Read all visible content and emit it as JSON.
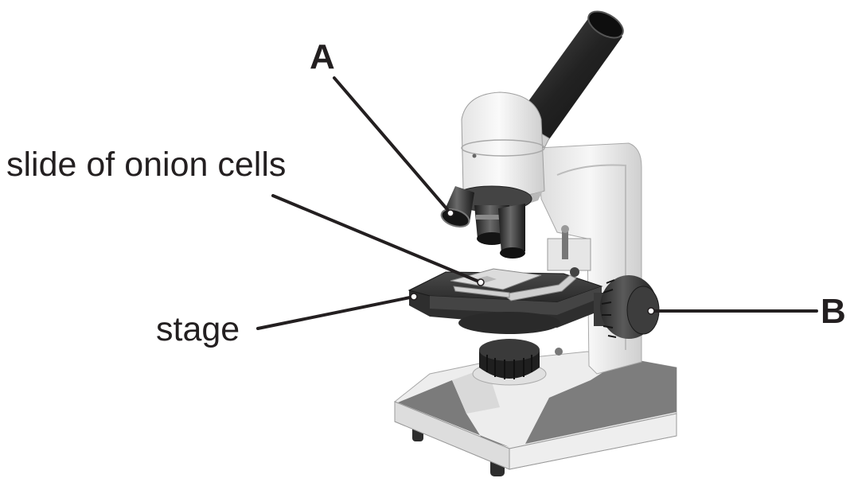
{
  "figure": {
    "subject": "student monocular light microscope",
    "labels": {
      "a": "A",
      "b": "B",
      "slide": "slide of onion cells",
      "stage": "stage"
    },
    "colors": {
      "ink": "#231f20",
      "body_white": "#f1f1f1",
      "body_grey": "#d2d2d2",
      "dark": "#333333",
      "base_grey": "#7d7d7d"
    }
  }
}
